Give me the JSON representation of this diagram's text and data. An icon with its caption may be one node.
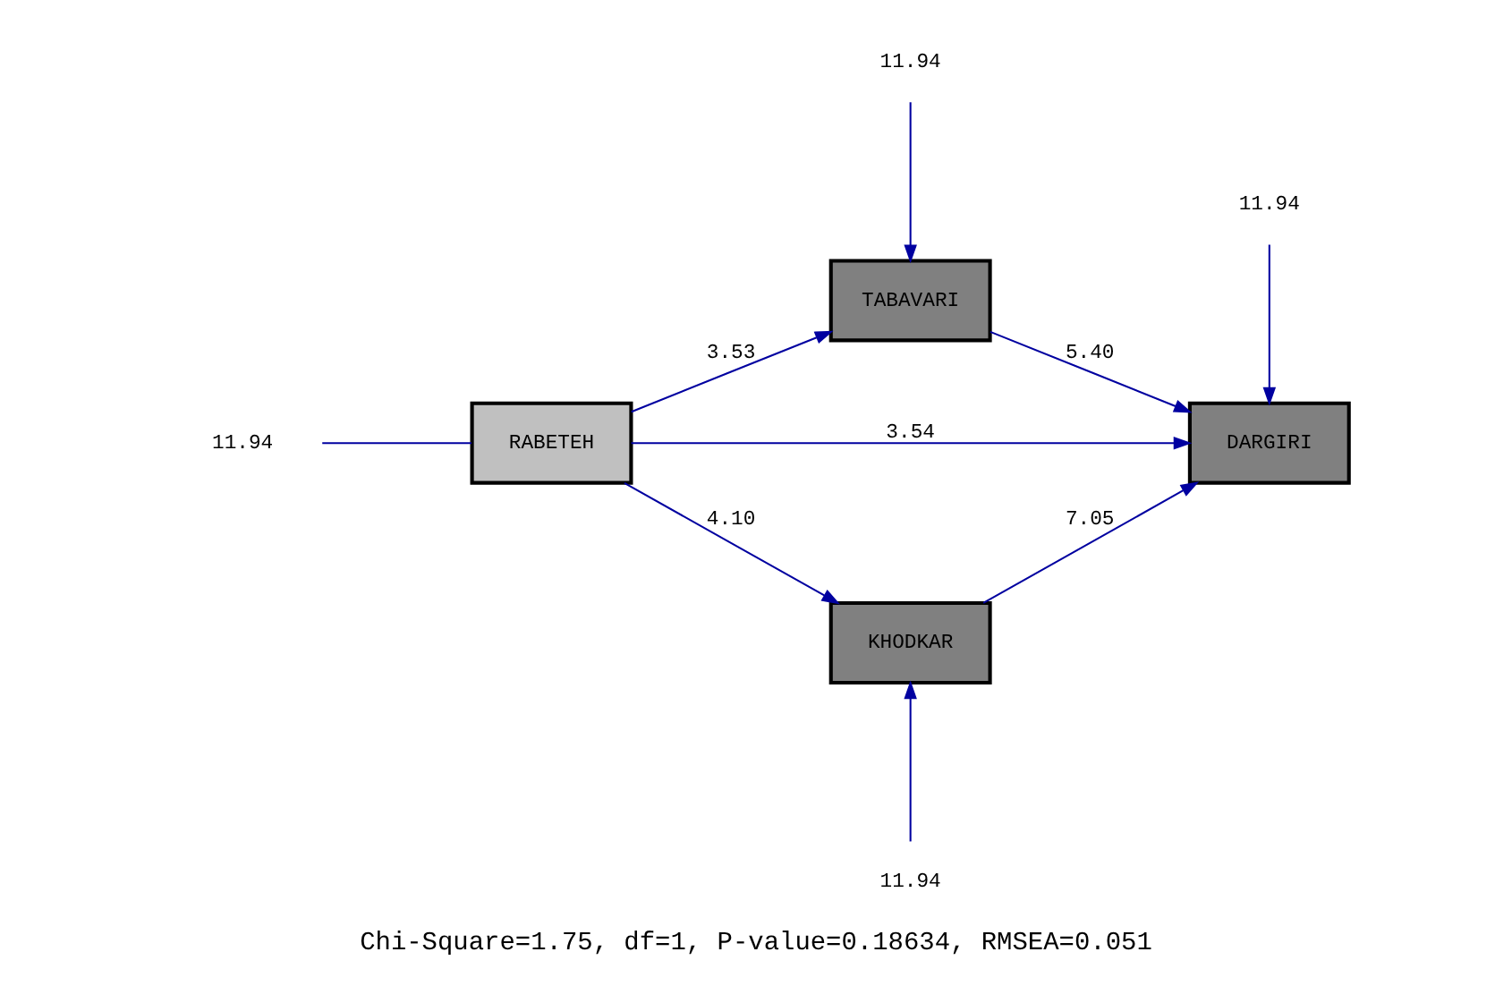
{
  "diagram": {
    "caption": "Chi-Square=1.75, df=1, P-value=0.18634, RMSEA=0.051",
    "nodes": [
      {
        "text": [
          "11.94"
        ]
      },
      {
        "text": [
          "TABAVARI"
        ]
      },
      {
        "text": [
          "11.94"
        ]
      },
      {
        "text": [
          "RABETEH"
        ]
      },
      {
        "text": [
          "DARGIRI"
        ]
      },
      {
        "text": [
          "11.94"
        ]
      },
      {
        "text": [
          "KHODKAR"
        ]
      },
      {
        "text": [
          "11.94"
        ]
      }
    ],
    "edges": [
      {
        "from": 0,
        "to": 1,
        "arrow": "to"
      },
      {
        "from": 2,
        "to": 3,
        "arrow": "none"
      },
      {
        "from": 3,
        "to": 1,
        "arrow": "to",
        "label": "3.53"
      },
      {
        "from": 3,
        "to": 4,
        "arrow": "to",
        "label": "3.54"
      },
      {
        "from": 3,
        "to": 6,
        "arrow": "to",
        "label": "4.10"
      },
      {
        "from": 1,
        "to": 4,
        "arrow": "to",
        "label": "5.40"
      },
      {
        "from": 6,
        "to": 4,
        "arrow": "to",
        "label": "7.05"
      },
      {
        "from": 5,
        "to": 4,
        "arrow": "to"
      },
      {
        "from": 7,
        "to": 6,
        "arrow": "to"
      }
    ]
  }
}
